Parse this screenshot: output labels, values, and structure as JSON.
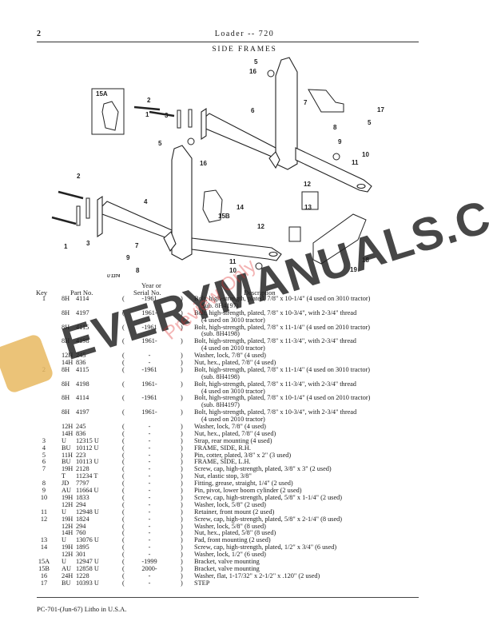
{
  "header": {
    "page_number": "2",
    "title": "Loader -- 720",
    "section": "SIDE FRAMES"
  },
  "diagram": {
    "figure_id": "U 1374",
    "callouts": [
      "5",
      "16",
      "15A",
      "2",
      "3",
      "1",
      "5",
      "16",
      "6",
      "7",
      "17",
      "5",
      "8",
      "9",
      "10",
      "11",
      "12",
      "13",
      "15B",
      "14",
      "4",
      "2",
      "1",
      "3",
      "7",
      "9",
      "8",
      "11",
      "10",
      "12",
      "18",
      "19"
    ]
  },
  "table": {
    "headers": {
      "key": "Key",
      "part_no": "Part No.",
      "year": "Year or",
      "serial": "Serial No.",
      "description": "Description"
    },
    "rows": [
      {
        "key": "1",
        "prefix": "8H",
        "number": "4114",
        "year": "-1961",
        "desc": "Bolt, high-strength, plated, 7/8\" x 10-1/4\" (4 used on 3010 tractor)",
        "desc2": "Sub. 8H4197)"
      },
      {
        "key": "",
        "prefix": "8H",
        "number": "4197",
        "year": "1961-",
        "desc": "Bolt, high-strength, plated, 7/8\" x 10-3/4\", with 2-3/4\" thread",
        "desc2": "(4 used on 3010 tractor)"
      },
      {
        "key": "",
        "prefix": "8H",
        "number": "4115",
        "year": "-1961",
        "desc": "Bolt, high-strength, plated, 7/8\" x 11-1/4\" (4 used on 2010 tractor)",
        "desc2": "(sub. 8H4198)"
      },
      {
        "key": "",
        "prefix": "8H",
        "number": "4198",
        "year": "1961-",
        "desc": "Bolt, high-strength, plated, 7/8\" x 11-3/4\", with 2-3/4\" thread",
        "desc2": "(4 used on 2010 tractor)"
      },
      {
        "key": "",
        "prefix": "12H",
        "number": "245",
        "year": "-",
        "desc": "Washer, lock, 7/8\" (4 used)"
      },
      {
        "key": "",
        "prefix": "14H",
        "number": "836",
        "year": "-",
        "desc": "Nut, hex., plated, 7/8\" (4 used)"
      },
      {
        "key": "2",
        "prefix": "8H",
        "number": "4115",
        "year": "-1961",
        "desc": "Bolt, high-strength, plated, 7/8\" x 11-1/4\" (4 used on 3010 tractor)",
        "desc2": "(sub. 8H4198)"
      },
      {
        "key": "",
        "prefix": "8H",
        "number": "4198",
        "year": "1961-",
        "desc": "Bolt, high-strength, plated, 7/8\" x 11-3/4\", with 2-3/4\" thread",
        "desc2": "(4 used on 3010 tractor)"
      },
      {
        "key": "",
        "prefix": "8H",
        "number": "4114",
        "year": "-1961",
        "desc": "Bolt, high-strength, plated, 7/8\" x 10-1/4\" (4 used on 2010 tractor)",
        "desc2": "(sub. 8H4197)"
      },
      {
        "key": "",
        "prefix": "8H",
        "number": "4197",
        "year": "1961-",
        "desc": "Bolt, high-strength, plated, 7/8\" x 10-3/4\", with 2-3/4\" thread",
        "desc2": "(4 used on 2010 tractor)"
      },
      {
        "key": "",
        "prefix": "12H",
        "number": "245",
        "year": "-",
        "desc": "Washer, lock, 7/8\" (4 used)"
      },
      {
        "key": "",
        "prefix": "14H",
        "number": "836",
        "year": "-",
        "desc": "Nut, hex., plated, 7/8\" (4 used)"
      },
      {
        "key": "3",
        "prefix": "U",
        "number": "12315 U",
        "year": "-",
        "desc": "Strap, rear mounting (4 used)"
      },
      {
        "key": "4",
        "prefix": "BU",
        "number": "10112 U",
        "year": "-",
        "desc": "FRAME, SIDE, R.H."
      },
      {
        "key": "5",
        "prefix": "11H",
        "number": "223",
        "year": "-",
        "desc": "Pin, cotter, plated, 3/8\" x 2\" (3 used)"
      },
      {
        "key": "6",
        "prefix": "BU",
        "number": "10113 U",
        "year": "-",
        "desc": "FRAME, SIDE, L.H."
      },
      {
        "key": "7",
        "prefix": "19H",
        "number": "2128",
        "year": "-",
        "desc": "Screw, cap, high-strength, plated, 3/8\" x 3\" (2 used)"
      },
      {
        "key": "",
        "prefix": "T",
        "number": "11234 T",
        "year": "-",
        "desc": "Nut, elastic stop, 3/8\""
      },
      {
        "key": "8",
        "prefix": "JD",
        "number": "7797",
        "year": "-",
        "desc": "Fitting, grease, straight, 1/4\" (2 used)"
      },
      {
        "key": "9",
        "prefix": "AU",
        "number": "11664 U",
        "year": "-",
        "desc": "Pin, pivot, lower boom cylinder (2 used)"
      },
      {
        "key": "10",
        "prefix": "19H",
        "number": "1833",
        "year": "-",
        "desc": "Screw, cap, high-strength, plated, 5/8\" x 1-1/4\" (2 used)"
      },
      {
        "key": "",
        "prefix": "12H",
        "number": "294",
        "year": "-",
        "desc": "Washer, lock, 5/8\" (2 used)"
      },
      {
        "key": "11",
        "prefix": "U",
        "number": "12948 U",
        "year": "-",
        "desc": "Retainer, front mount (2 used)"
      },
      {
        "key": "12",
        "prefix": "19H",
        "number": "1824",
        "year": "-",
        "desc": "Screw, cap, high-strength, plated, 5/8\" x 2-1/4\" (8 used)"
      },
      {
        "key": "",
        "prefix": "12H",
        "number": "294",
        "year": "-",
        "desc": "Washer, lock, 5/8\" (8 used)"
      },
      {
        "key": "",
        "prefix": "14H",
        "number": "760",
        "year": "-",
        "desc": "Nut, hex., plated, 5/8\" (8 used)"
      },
      {
        "key": "13",
        "prefix": "U",
        "number": "13076 U",
        "year": "-",
        "desc": "Pad, front mounting (2 used)"
      },
      {
        "key": "14",
        "prefix": "19H",
        "number": "1895",
        "year": "-",
        "desc": "Screw, cap, high-strength, plated, 1/2\" x 3/4\" (6 used)"
      },
      {
        "key": "",
        "prefix": "12H",
        "number": "301",
        "year": "-",
        "desc": "Washer, lock, 1/2\" (6 used)"
      },
      {
        "key": "15A",
        "prefix": "U",
        "number": "12947 U",
        "year": "-1999",
        "desc": "Bracket, valve mounting"
      },
      {
        "key": "15B",
        "prefix": "AU",
        "number": "12858 U",
        "year": "2000-",
        "desc": "Bracket, valve mounting"
      },
      {
        "key": "16",
        "prefix": "24H",
        "number": "1228",
        "year": "-",
        "desc": "Washer, flat, 1-17/32\" x 2-1/2\" x .120\" (2 used)"
      },
      {
        "key": "17",
        "prefix": "BU",
        "number": "10393 U",
        "year": "-",
        "desc": "STEP"
      }
    ]
  },
  "footer": {
    "text": "PC-701-(Jun-67)  Litho in U.S.A."
  },
  "watermark": {
    "main": "EVERYMANUALS.COM",
    "preview": "Preview Only"
  }
}
